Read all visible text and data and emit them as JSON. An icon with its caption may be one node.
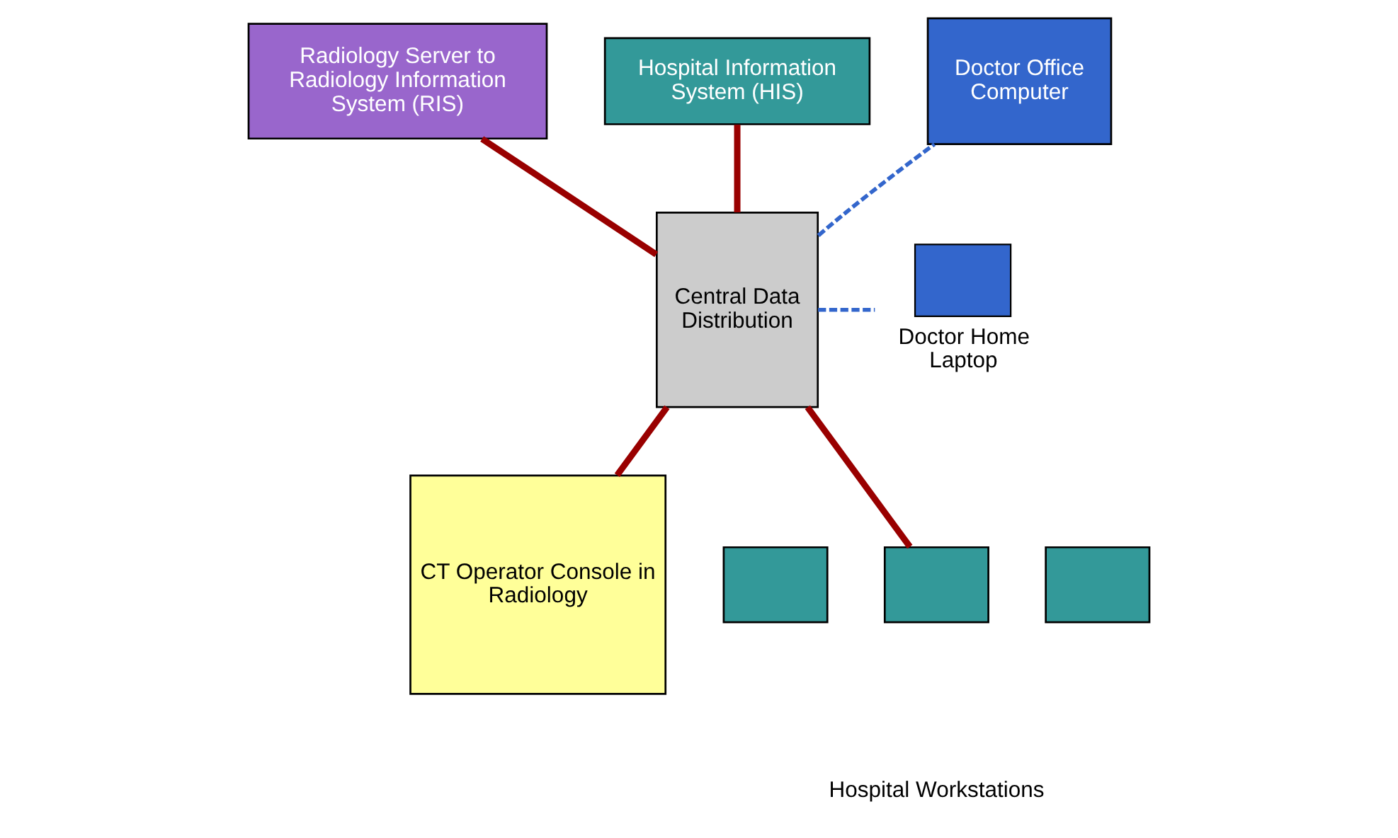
{
  "diagram": {
    "nodes": [
      {
        "text": [
          "Radiology Server to Radiology Information System (RIS)"
        ]
      },
      {
        "text": [
          "Hospital Information System (HIS)"
        ]
      },
      {
        "text": [
          "Doctor Office Computer"
        ]
      },
      {
        "text": [
          "Central Data Distribution"
        ]
      },
      {
        "text": [
          "Doctor Home Laptop"
        ]
      },
      {
        "text": [
          "CT Operator Console in Radiology"
        ]
      },
      {
        "text": [],
        "shape": "box"
      },
      {
        "text": [],
        "shape": "box"
      },
      {
        "text": [],
        "shape": "box"
      }
    ],
    "edges": [
      {
        "from": 0,
        "to": 3,
        "arrow": "none"
      },
      {
        "from": 1,
        "to": 3,
        "arrow": "none"
      },
      {
        "from": 3,
        "to": 2,
        "arrow": "none",
        "style": "dashed",
        "color": "#3366cc"
      },
      {
        "from": 3,
        "to": 4,
        "arrow": "none",
        "style": "dashed",
        "color": "#3366cc"
      },
      {
        "from": 5,
        "to": 3,
        "arrow": "none"
      },
      {
        "from": 3,
        "to": 7,
        "arrow": "none"
      }
    ],
    "labels": [
      "Hospital Workstations"
    ]
  }
}
